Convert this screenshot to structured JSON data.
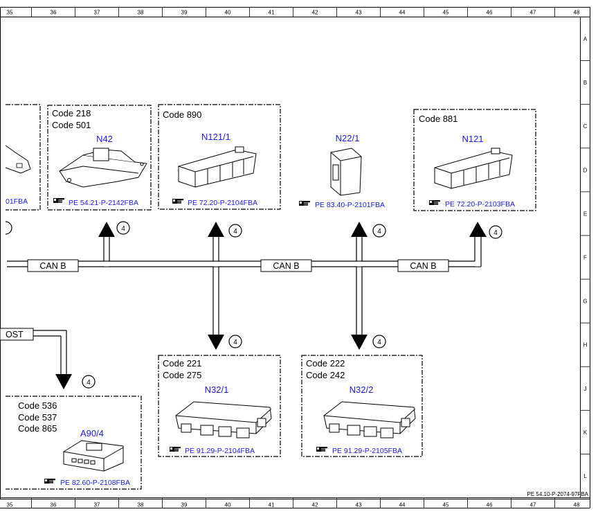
{
  "grid": {
    "columns": [
      "35",
      "36",
      "37",
      "38",
      "39",
      "40",
      "41",
      "42",
      "43",
      "44",
      "45",
      "46",
      "47",
      "48"
    ],
    "rows": [
      "A",
      "B",
      "C",
      "D",
      "E",
      "F",
      "G",
      "H",
      "J",
      "K",
      "L"
    ]
  },
  "doc_ref": "PE 54.10-P-2074-97FBA",
  "bus": {
    "label": "CAN B",
    "edge_label": "OST",
    "connector_num": "4"
  },
  "modules": {
    "partial_left": {
      "ref": "01FBA"
    },
    "n42": {
      "codes": [
        "Code 218",
        "Code 501"
      ],
      "name": "N42",
      "ref": "PE 54.21-P-2142FBA"
    },
    "n121_1": {
      "codes": [
        "Code 890"
      ],
      "name": "N121/1",
      "ref": "PE 72.20-P-2104FBA"
    },
    "n22_1": {
      "codes": [],
      "name": "N22/1",
      "ref": "PE 83.40-P-2101FBA"
    },
    "n121": {
      "codes": [
        "Code 881"
      ],
      "name": "N121",
      "ref": "PE 72.20-P-2103FBA"
    },
    "n32_1": {
      "codes": [
        "Code 221",
        "Code 275"
      ],
      "name": "N32/1",
      "ref": "PE 91.29-P-2104FBA"
    },
    "n32_2": {
      "codes": [
        "Code 222",
        "Code 242"
      ],
      "name": "N32/2",
      "ref": "PE 91.29-P-2105FBA"
    },
    "a90_4": {
      "codes": [
        "Code 536",
        "Code 537",
        "Code 865"
      ],
      "name": "A90/4",
      "ref": "PE 82.60-P-2108FBA"
    }
  },
  "icons": {
    "reference": "pointing-hand-icon"
  },
  "colors": {
    "link_blue": "#1a1ae6",
    "line": "#000000"
  }
}
